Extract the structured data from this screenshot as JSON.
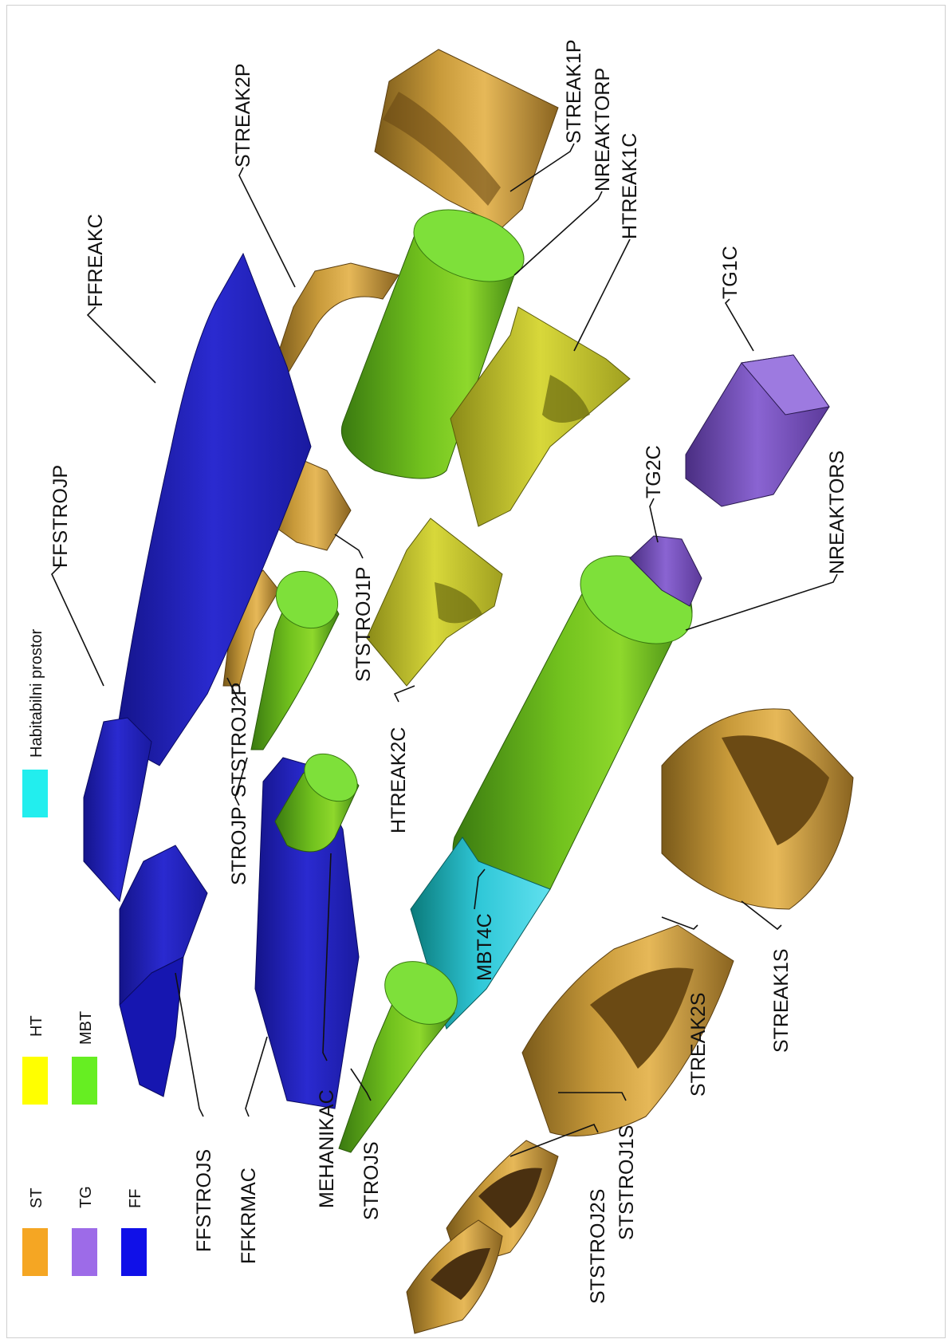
{
  "legend": [
    {
      "label": "ST",
      "color": "#F5A623"
    },
    {
      "label": "TG",
      "color": "#9D6BE8"
    },
    {
      "label": "FF",
      "color": "#1010E8"
    },
    {
      "label": "HT",
      "color": "#FFFF00"
    },
    {
      "label": "MBT",
      "color": "#66EE22"
    },
    {
      "label": "Habitabilni prostor",
      "color": "#22EEEE"
    }
  ],
  "labels": {
    "ffreakc": "FFREAKC",
    "ffstrojp": "FFSTROJP",
    "ffstrojs": "FFSTROJS",
    "ffkrmac": "FFKRMAC",
    "mehanikac": "MEHANIKAC",
    "strojs": "STROJS",
    "strojp": "STROJP",
    "ststroj2p": "STSTROJ2P",
    "ststroj1p": "STSTROJ1P",
    "streak2p": "STREAK2P",
    "streak1p": "STREAK1P",
    "nreaktorp": "NREAKTORP",
    "htreak1c": "HTREAK1C",
    "htreak2c": "HTREAK2C",
    "mbt4c": "MBT4C",
    "tg1c": "TG1C",
    "tg2c": "TG2C",
    "nreaktors": "NREAKTORS",
    "streak2s": "STREAK2S",
    "streak1s": "STREAK1S",
    "ststroj2s": "STSTROJ2S",
    "ststroj1s": "STSTROJ1S"
  }
}
